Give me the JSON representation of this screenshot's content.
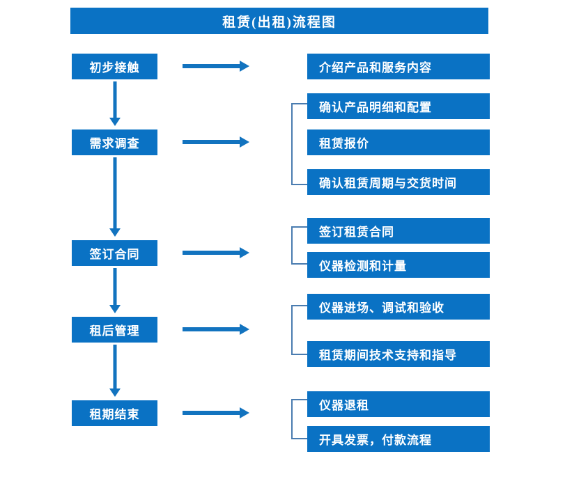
{
  "chart_data": {
    "type": "diagram",
    "diagram_kind": "flowchart",
    "title": "租赁(出租)流程图",
    "colors": {
      "box_fill": "#0a72c4",
      "box_text": "#ffffff",
      "arrow": "#1273bf",
      "bracket": "#4a7cb0",
      "background": "#ffffff"
    },
    "stages": [
      {
        "label": "初步接触",
        "details": [
          "介绍产品和服务内容"
        ],
        "has_bracket": false
      },
      {
        "label": "需求调查",
        "details": [
          "确认产品明细和配置",
          "租赁报价",
          "确认租赁周期与交货时间"
        ],
        "has_bracket": true
      },
      {
        "label": "签订合同",
        "details": [
          "签订租赁合同",
          "仪器检测和计量"
        ],
        "has_bracket": true
      },
      {
        "label": "租后管理",
        "details": [
          "仪器进场、调试和验收",
          "租赁期间技术支持和指导"
        ],
        "has_bracket": true
      },
      {
        "label": "租期结束",
        "details": [
          "仪器退租",
          "开具发票，付款流程"
        ],
        "has_bracket": true
      }
    ]
  },
  "title": {
    "text": "租赁(出租)流程图"
  },
  "stages": [
    {
      "label": "初步接触"
    },
    {
      "label": "需求调查"
    },
    {
      "label": "签订合同"
    },
    {
      "label": "租后管理"
    },
    {
      "label": "租期结束"
    }
  ],
  "details": [
    {
      "label": "介绍产品和服务内容"
    },
    {
      "label": "确认产品明细和配置"
    },
    {
      "label": "租赁报价"
    },
    {
      "label": "确认租赁周期与交货时间"
    },
    {
      "label": "签订租赁合同"
    },
    {
      "label": "仪器检测和计量"
    },
    {
      "label": "仪器进场、调试和验收"
    },
    {
      "label": "租赁期间技术支持和指导"
    },
    {
      "label": "仪器退租"
    },
    {
      "label": "开具发票，付款流程"
    }
  ]
}
